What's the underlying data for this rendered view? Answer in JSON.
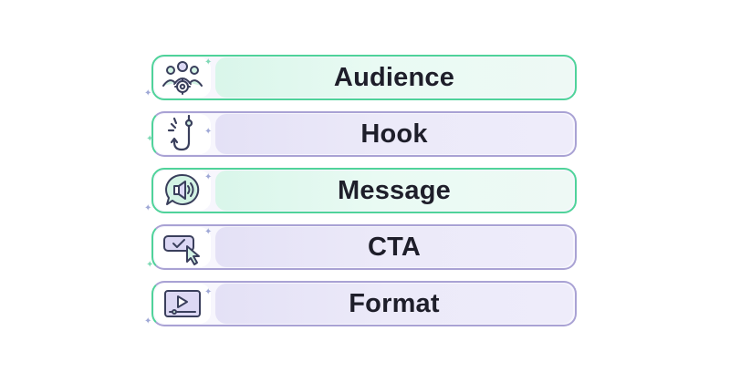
{
  "rows": [
    {
      "label": "Audience",
      "icon": "audience-icon",
      "pill_color": "green"
    },
    {
      "label": "Hook",
      "icon": "fishing-hook-icon",
      "pill_color": "purple"
    },
    {
      "label": "Message",
      "icon": "speaker-chat-icon",
      "pill_color": "green"
    },
    {
      "label": "CTA",
      "icon": "cursor-click-icon",
      "pill_color": "purple"
    },
    {
      "label": "Format",
      "icon": "video-play-icon",
      "pill_color": "purple"
    }
  ],
  "colors": {
    "green_accent": "#4fd39a",
    "purple_accent": "#a9a2d4",
    "icon_stroke": "#3a3f5c",
    "label_text": "#1e1e2a"
  }
}
